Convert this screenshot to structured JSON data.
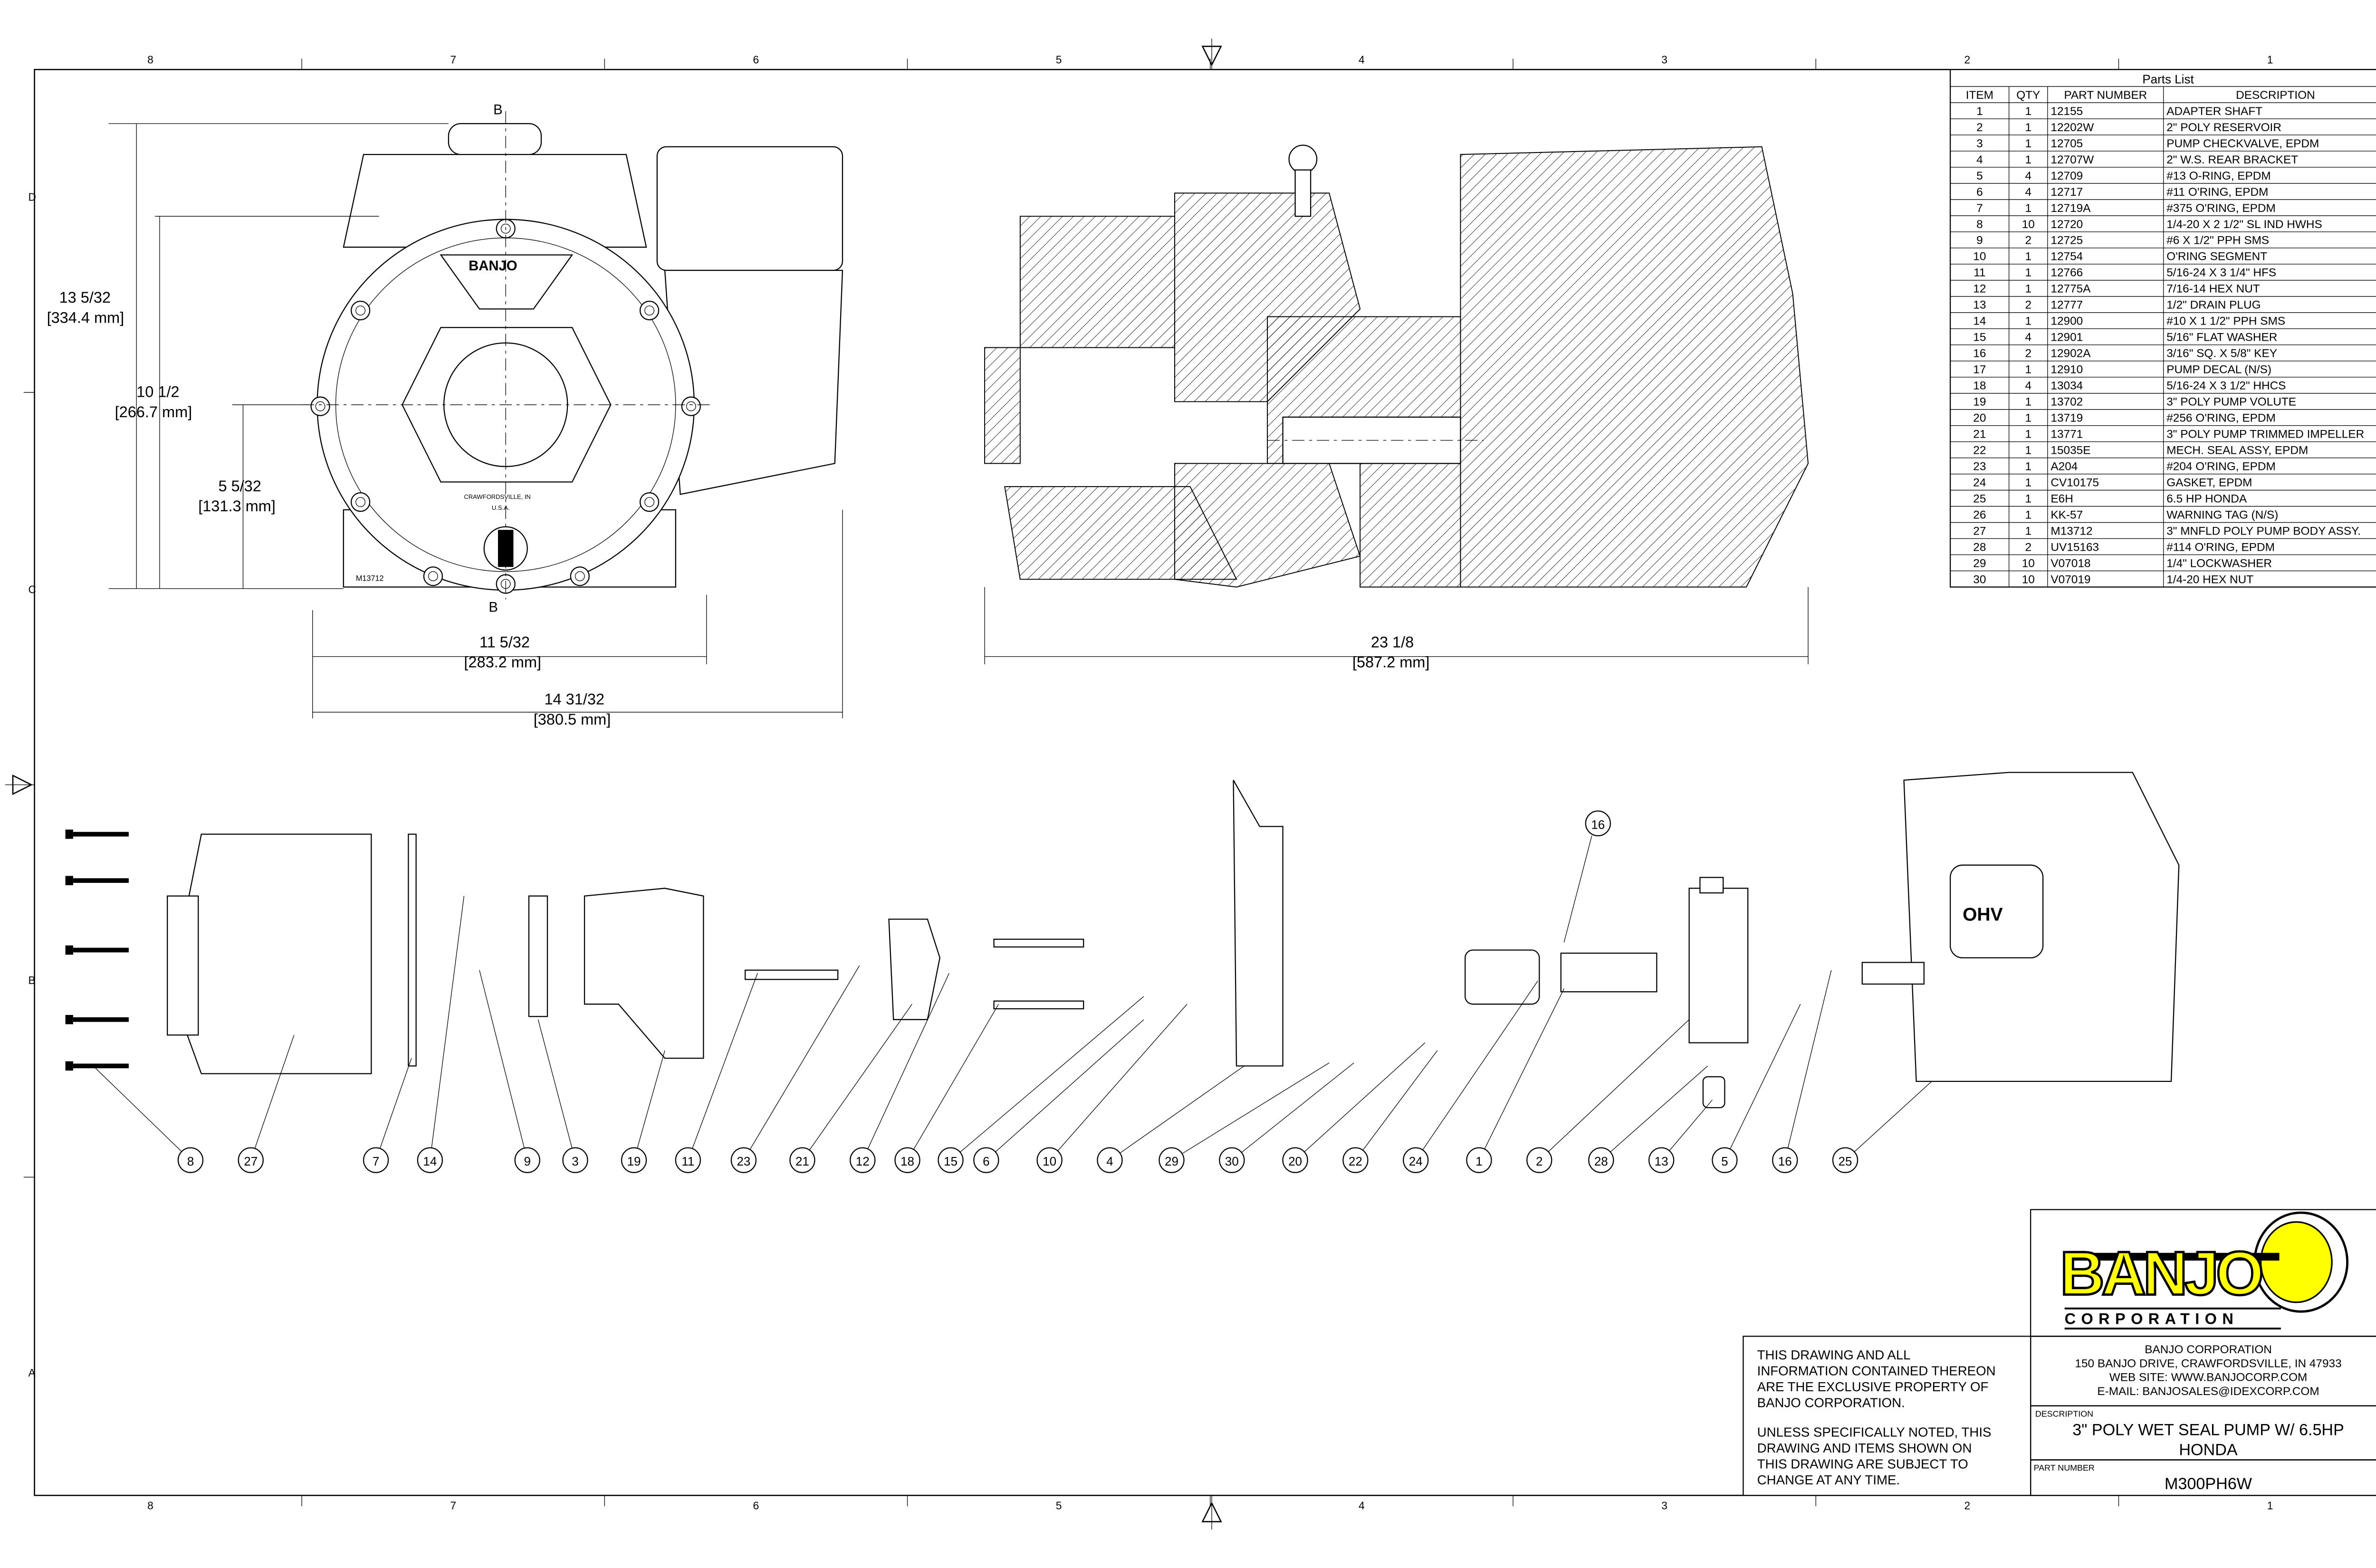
{
  "zones": {
    "columns": [
      "8",
      "7",
      "6",
      "5",
      "4",
      "3",
      "2",
      "1"
    ],
    "rows": [
      "D",
      "C",
      "B",
      "A"
    ]
  },
  "front_view": {
    "section_label_top": "B",
    "section_label_bottom": "B",
    "body_text": "M13712",
    "decal_text": "BANJO",
    "cast_text_1": "CRAWFORDSVILLE, IN",
    "cast_text_2": "U.S.A.",
    "dims": {
      "height_total": {
        "value": "13 5/32",
        "mm": "[334.4 mm]"
      },
      "height_mid": {
        "value": "10 1/2",
        "mm": "[266.7 mm]"
      },
      "height_low": {
        "value": "5 5/32",
        "mm": "[131.3 mm]"
      },
      "width_body": {
        "value": "11 5/32",
        "mm": "[283.2 mm]"
      },
      "width_total": {
        "value": "14 31/32",
        "mm": "[380.5 mm]"
      }
    }
  },
  "section_view": {
    "dims": {
      "length": {
        "value": "23 1/8",
        "mm": "[587.2 mm]"
      }
    }
  },
  "exploded_view": {
    "engine_text": "OHV",
    "balloons": [
      "8",
      "27",
      "7",
      "14",
      "9",
      "3",
      "19",
      "11",
      "23",
      "21",
      "12",
      "18",
      "15",
      "6",
      "10",
      "4",
      "29",
      "30",
      "20",
      "22",
      "24",
      "1",
      "2",
      "28",
      "13",
      "5",
      "16",
      "25"
    ],
    "balloon_upper": "16"
  },
  "parts_list": {
    "title": "Parts List",
    "headers": [
      "ITEM",
      "QTY",
      "PART NUMBER",
      "DESCRIPTION"
    ],
    "rows": [
      [
        "1",
        "1",
        "12155",
        "ADAPTER SHAFT"
      ],
      [
        "2",
        "1",
        "12202W",
        "2\" POLY RESERVOIR"
      ],
      [
        "3",
        "1",
        "12705",
        "PUMP CHECKVALVE, EPDM"
      ],
      [
        "4",
        "1",
        "12707W",
        "2\" W.S. REAR BRACKET"
      ],
      [
        "5",
        "4",
        "12709",
        "#13 O-RING, EPDM"
      ],
      [
        "6",
        "4",
        "12717",
        "#11 O'RING, EPDM"
      ],
      [
        "7",
        "1",
        "12719A",
        "#375 O'RING, EPDM"
      ],
      [
        "8",
        "10",
        "12720",
        "1/4-20 X 2 1/2\" SL IND HWHS"
      ],
      [
        "9",
        "2",
        "12725",
        "#6 X 1/2\" PPH SMS"
      ],
      [
        "10",
        "1",
        "12754",
        "O'RING SEGMENT"
      ],
      [
        "11",
        "1",
        "12766",
        "5/16-24 X 3 1/4\" HFS"
      ],
      [
        "12",
        "1",
        "12775A",
        "7/16-14 HEX NUT"
      ],
      [
        "13",
        "2",
        "12777",
        "1/2\" DRAIN PLUG"
      ],
      [
        "14",
        "1",
        "12900",
        "#10 X 1 1/2\" PPH SMS"
      ],
      [
        "15",
        "4",
        "12901",
        "5/16\" FLAT WASHER"
      ],
      [
        "16",
        "2",
        "12902A",
        "3/16\" SQ. X 5/8\" KEY"
      ],
      [
        "17",
        "1",
        "12910",
        "PUMP DECAL (N/S)"
      ],
      [
        "18",
        "4",
        "13034",
        "5/16-24 X 3 1/2\" HHCS"
      ],
      [
        "19",
        "1",
        "13702",
        "3\" POLY PUMP VOLUTE"
      ],
      [
        "20",
        "1",
        "13719",
        "#256 O'RING, EPDM"
      ],
      [
        "21",
        "1",
        "13771",
        "3\" POLY PUMP TRIMMED IMPELLER"
      ],
      [
        "22",
        "1",
        "15035E",
        "MECH. SEAL ASSY, EPDM"
      ],
      [
        "23",
        "1",
        "A204",
        "#204 O'RING, EPDM"
      ],
      [
        "24",
        "1",
        "CV10175",
        "GASKET, EPDM"
      ],
      [
        "25",
        "1",
        "E6H",
        "6.5 HP HONDA"
      ],
      [
        "26",
        "1",
        "KK-57",
        "WARNING TAG (N/S)"
      ],
      [
        "27",
        "1",
        "M13712",
        "3\" MNFLD POLY PUMP BODY ASSY."
      ],
      [
        "28",
        "2",
        "UV15163",
        "#114 O'RING, EPDM"
      ],
      [
        "29",
        "10",
        "V07018",
        "1/4\" LOCKWASHER"
      ],
      [
        "30",
        "10",
        "V07019",
        "1/4-20 HEX NUT"
      ]
    ]
  },
  "title_block": {
    "logo_text": "BANJO",
    "logo_subtext": "CORPORATION",
    "logo_colors": {
      "yellow": "#FFFF00",
      "black": "#000000"
    },
    "disclaimer_1": [
      "THIS DRAWING AND ALL",
      "INFORMATION CONTAINED THEREON",
      "ARE THE EXCLUSIVE PROPERTY OF",
      "BANJO CORPORATION."
    ],
    "disclaimer_2": [
      "UNLESS SPECIFICALLY NOTED, THIS",
      "DRAWING AND ITEMS SHOWN ON",
      "THIS DRAWING ARE SUBJECT TO",
      "CHANGE AT ANY TIME."
    ],
    "company": {
      "name": "BANJO CORPORATION",
      "address": "150 BANJO DRIVE, CRAWFORDSVILLE, IN 47933",
      "web": "WEB SITE: WWW.BANJOCORP.COM",
      "email": "E-MAIL: BANJOSALES@IDEXCORP.COM"
    },
    "description_label": "DESCRIPTION",
    "description_line1": "3\" POLY WET SEAL PUMP W/ 6.5HP",
    "description_line2": "HONDA",
    "part_number_label": "PART NUMBER",
    "part_number": "M300PH6W"
  }
}
